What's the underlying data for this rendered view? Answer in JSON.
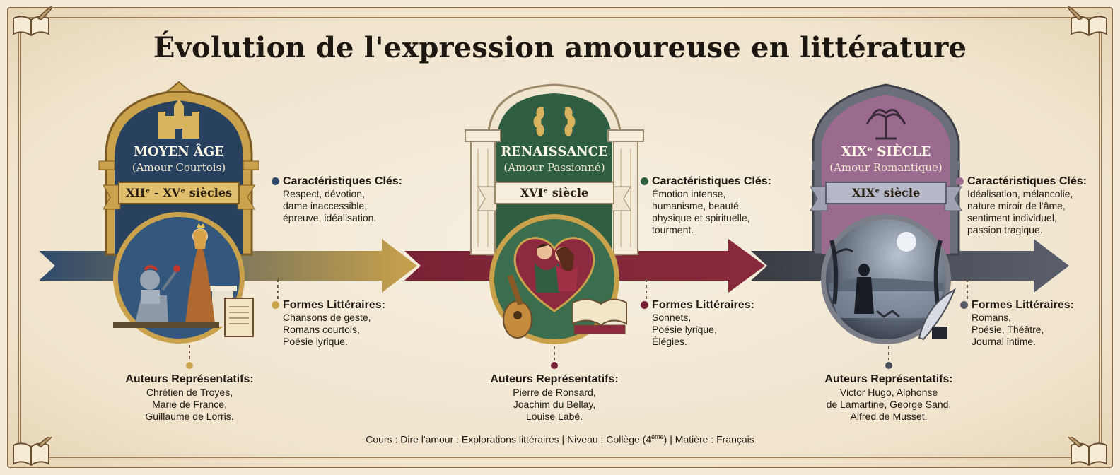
{
  "title": "Évolution de l'expression amoureuse en littérature",
  "eras": [
    {
      "name": "MOYEN ÂGE",
      "subtitle": "(Amour Courtois)",
      "dates": "XIIᵉ - XVᵉ siècles",
      "color": "#2f4a6b",
      "accent": "#c9a24b",
      "icon": "castle-icon",
      "image": "knight-and-lady-illustration",
      "characteristics_title": "Caractéristiques Clés:",
      "characteristics": [
        "Respect, dévotion,",
        "dame inaccessible,",
        "épreuve, idéalisation."
      ],
      "forms_title": "Formes Littéraires:",
      "forms": [
        "Chansons de geste,",
        "Romans courtois,",
        "Poésie lyrique."
      ],
      "authors_title": "Auteurs Représentatifs:",
      "authors": [
        "Chrétien de Troyes,",
        "Marie de France,",
        "Guillaume de Lorris."
      ]
    },
    {
      "name": "RENAISSANCE",
      "subtitle": "(Amour Passionné)",
      "dates": "XVIᵉ siècle",
      "color": "#2f5e43",
      "accent": "#7a2336",
      "icon": "laurel-wreath-icon",
      "image": "lovers-in-heart-illustration",
      "characteristics_title": "Caractéristiques Clés:",
      "characteristics": [
        "Émotion intense,",
        "humanisme, beauté",
        "physique et spirituelle,",
        "tourment."
      ],
      "forms_title": "Formes Littéraires:",
      "forms": [
        "Sonnets,",
        "Poésie lyrique,",
        "Élégies."
      ],
      "authors_title": "Auteurs Représentatifs:",
      "authors": [
        "Pierre de Ronsard,",
        "Joachim du Bellay,",
        "Louise Labé."
      ]
    },
    {
      "name": "XIXᵉ SIÈCLE",
      "subtitle": "(Amour Romantique)",
      "dates": "XIXᵉ siècle",
      "color": "#9a6a8f",
      "accent": "#4a4f5a",
      "icon": "willow-tree-icon",
      "image": "moonlit-lake-illustration",
      "characteristics_title": "Caractéristiques Clés:",
      "characteristics": [
        "Idéalisation, mélancolie,",
        "nature miroir de l'âme,",
        "sentiment individuel,",
        "passion tragique."
      ],
      "forms_title": "Formes Littéraires:",
      "forms": [
        "Romans,",
        "Poésie, Théâtre,",
        "Journal intime."
      ],
      "authors_title": "Auteurs Représentatifs:",
      "authors": [
        "Victor Hugo, Alphonse",
        "de Lamartine, George Sand,",
        "Alfred de Musset."
      ]
    }
  ],
  "footer": {
    "pre": "Cours : Dire l'amour : Explorations littéraires | Niveau : Collège (4",
    "sup": "ème",
    "post": ") | Matière : Français"
  }
}
